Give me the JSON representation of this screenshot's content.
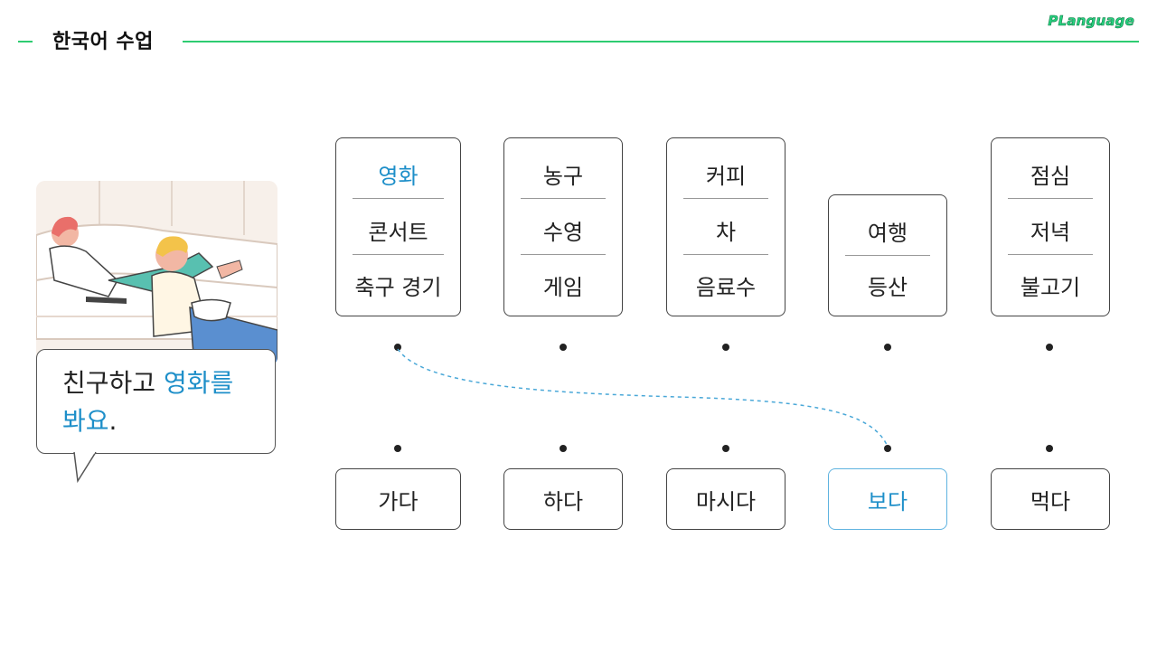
{
  "header": {
    "title": "한국어 수업",
    "logo": "PLanguage"
  },
  "speech_bubble": {
    "text_part1": "친구하고 ",
    "highlight1": "영화를",
    "highlight2": "봐요",
    "text_end": "."
  },
  "noun_groups": [
    {
      "words": [
        "영화",
        "콘서트",
        "축구 경기"
      ],
      "active_index": 0
    },
    {
      "words": [
        "농구",
        "수영",
        "게임"
      ]
    },
    {
      "words": [
        "커피",
        "차",
        "음료수"
      ]
    },
    {
      "words": [
        "여행",
        "등산"
      ]
    },
    {
      "words": [
        "점심",
        "저녁",
        "불고기"
      ]
    }
  ],
  "verbs": [
    "가다",
    "하다",
    "마시다",
    "보다",
    "먹다"
  ],
  "active_verb_index": 3,
  "colors": {
    "accent_green": "#2ecc71",
    "highlight_blue": "#1e8fc9",
    "connector": "#4aa8d8"
  }
}
